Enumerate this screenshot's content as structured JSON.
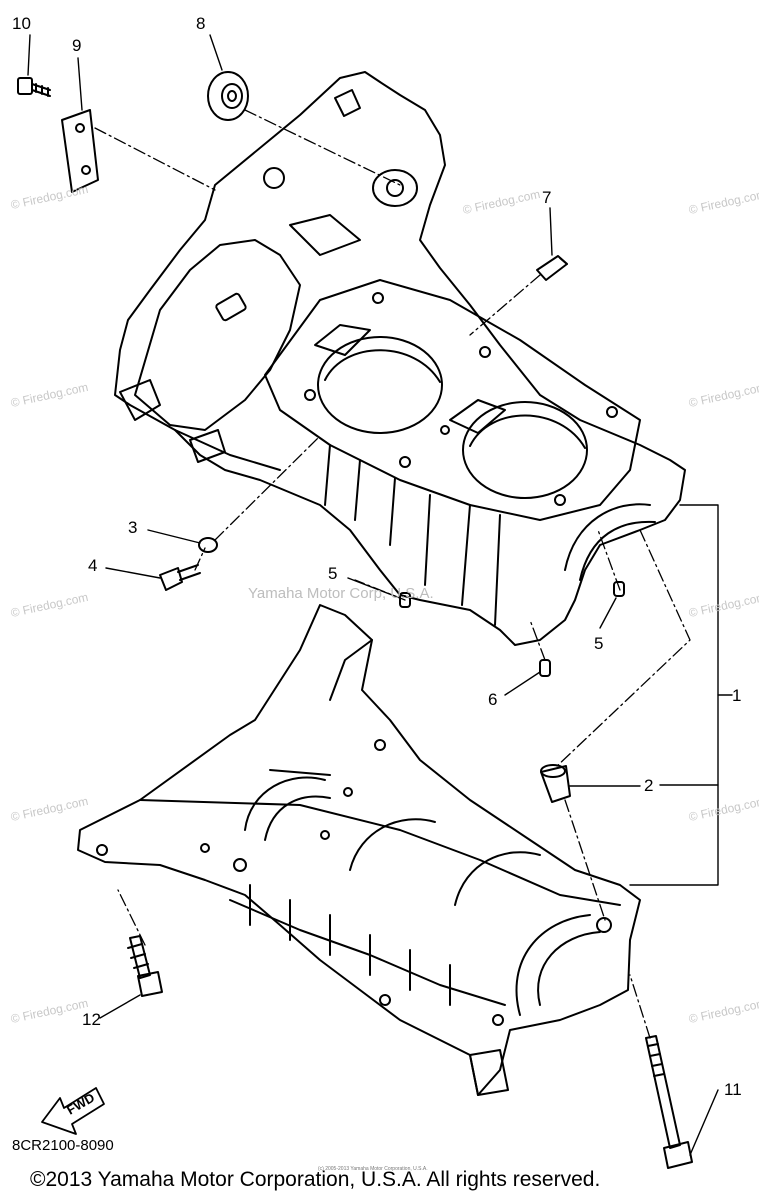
{
  "watermark": {
    "site": "© Firedog.com",
    "center": "Yamaha Motor Corp, U.S.A."
  },
  "callouts": [
    "1",
    "2",
    "3",
    "4",
    "5",
    "5",
    "6",
    "7",
    "8",
    "9",
    "10",
    "11",
    "12"
  ],
  "fwd_label": "FWD",
  "diagram_code": "8CR2100-8090",
  "tiny_credit": "(c) 2005-2013 Yamaha Motor Corporation, U.S.A.",
  "copyright": "©2013 Yamaha Motor Corporation, U.S.A. All rights reserved."
}
